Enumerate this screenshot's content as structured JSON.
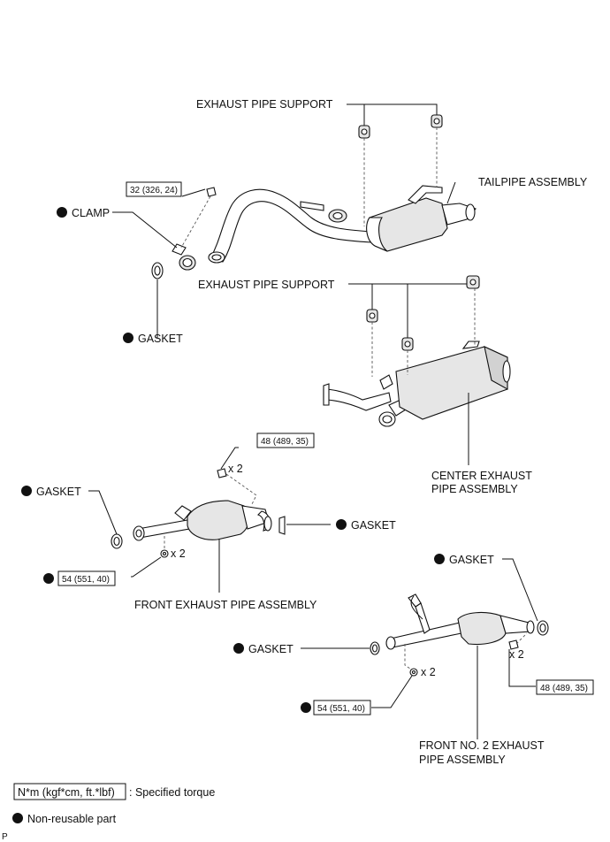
{
  "labels": {
    "exhaust_pipe_support_top": "EXHAUST PIPE SUPPORT",
    "tailpipe_assembly": "TAILPIPE ASSEMBLY",
    "clamp": "CLAMP",
    "gasket_tailpipe": "GASKET",
    "exhaust_pipe_support_center": "EXHAUST PIPE SUPPORT",
    "center_exhaust_pipe_line1": "CENTER EXHAUST",
    "center_exhaust_pipe_line2": "PIPE ASSEMBLY",
    "gasket_front_left": "GASKET",
    "gasket_front_right": "GASKET",
    "front_exhaust_pipe_assembly": "FRONT EXHAUST PIPE ASSEMBLY",
    "gasket_no2_right": "GASKET",
    "gasket_no2_left": "GASKET",
    "front_no2_line1": "FRONT NO. 2 EXHAUST",
    "front_no2_line2": "PIPE ASSEMBLY"
  },
  "torques": {
    "clamp_bolt": "32 (326, 24)",
    "front_bolt": "48 (489, 35)",
    "front_nut": "54 (551, 40)",
    "no2_bolt": "48 (489, 35)",
    "no2_nut": "54 (551, 40)"
  },
  "quantities": {
    "front_bolt_qty": "x 2",
    "front_nut_qty": "x 2",
    "no2_bolt_qty": "x 2",
    "no2_nut_qty": "x 2"
  },
  "legend": {
    "torque_unit": "N*m (kgf*cm, ft.*lbf)",
    "torque_desc": ": Specified torque",
    "nonreusable_desc": "Non-reusable part"
  },
  "footer_letter": "P"
}
